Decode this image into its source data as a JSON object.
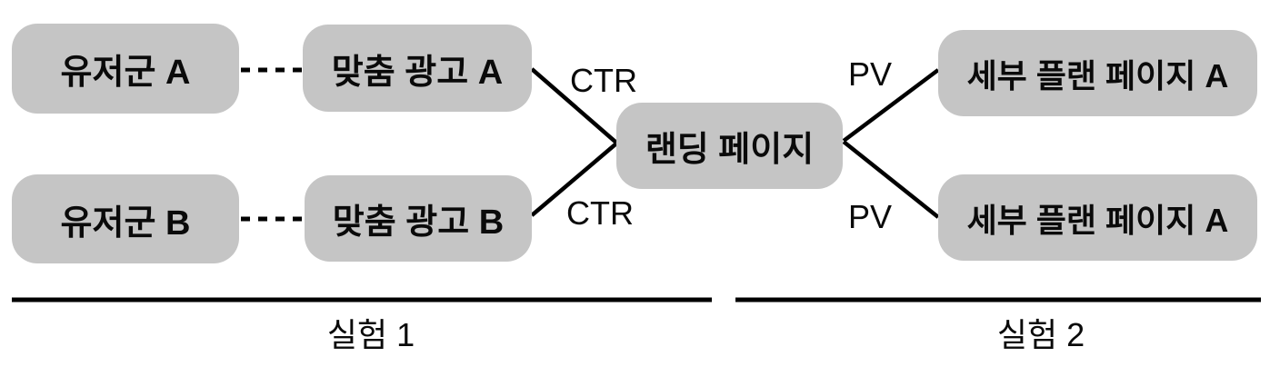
{
  "diagram": {
    "nodes": [
      {
        "id": "user-group-a",
        "label": "유저군 A"
      },
      {
        "id": "user-group-b",
        "label": "유저군 B"
      },
      {
        "id": "custom-ad-a",
        "label": "맞춤 광고 A"
      },
      {
        "id": "custom-ad-b",
        "label": "맞춤 광고 B"
      },
      {
        "id": "landing-page",
        "label": "랜딩 페이지"
      },
      {
        "id": "plan-page-top",
        "label": "세부 플랜 페이지 A"
      },
      {
        "id": "plan-page-bottom",
        "label": "세부 플랜 페이지 A"
      }
    ],
    "edge_labels": {
      "ctr_top": "CTR",
      "ctr_bottom": "CTR",
      "pv_top": "PV",
      "pv_bottom": "PV"
    },
    "sections": {
      "experiment1": "실험 1",
      "experiment2": "실험 2"
    },
    "colors": {
      "node_fill": "#c5c5c5",
      "line": "#000000",
      "text": "#0a0a0a",
      "background": "#ffffff"
    }
  }
}
